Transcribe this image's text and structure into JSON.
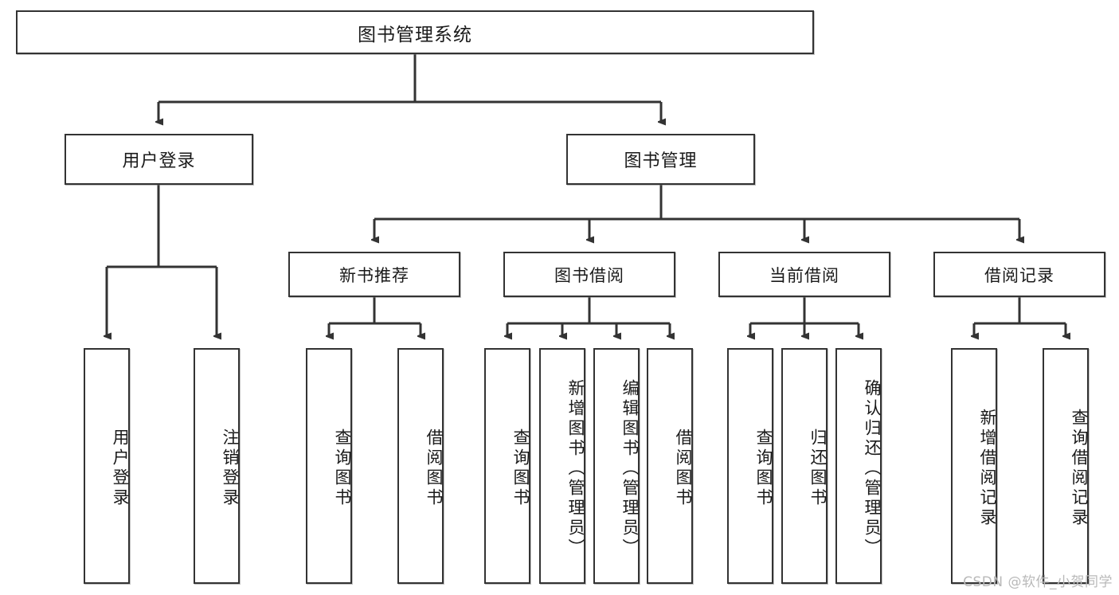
{
  "diagram": {
    "title": "图书管理系统",
    "type": "tree",
    "root": {
      "label": "图书管理系统"
    },
    "level2": [
      {
        "id": "user-login",
        "label": "用户登录"
      },
      {
        "id": "book-management",
        "label": "图书管理"
      }
    ],
    "level3": [
      {
        "id": "new-book-recommend",
        "label": "新书推荐",
        "parent": "book-management"
      },
      {
        "id": "book-borrow",
        "label": "图书借阅",
        "parent": "book-management"
      },
      {
        "id": "current-borrow",
        "label": "当前借阅",
        "parent": "book-management"
      },
      {
        "id": "borrow-record",
        "label": "借阅记录",
        "parent": "book-management"
      }
    ],
    "leaves": [
      {
        "id": "leaf-user-login",
        "label": "用户登录",
        "parent": "user-login"
      },
      {
        "id": "leaf-logout-login",
        "label": "注销登录",
        "parent": "user-login"
      },
      {
        "id": "leaf-query-book-1",
        "label": "查询图书",
        "parent": "new-book-recommend"
      },
      {
        "id": "leaf-borrow-book-1",
        "label": "借阅图书",
        "parent": "new-book-recommend"
      },
      {
        "id": "leaf-query-book-2",
        "label": "查询图书",
        "parent": "book-borrow"
      },
      {
        "id": "leaf-add-book",
        "label": "新增图书（管理员）",
        "parent": "book-borrow"
      },
      {
        "id": "leaf-edit-book",
        "label": "编辑图书（管理员）",
        "parent": "book-borrow"
      },
      {
        "id": "leaf-borrow-book-2",
        "label": "借阅图书",
        "parent": "book-borrow"
      },
      {
        "id": "leaf-query-book-3",
        "label": "查询图书",
        "parent": "current-borrow"
      },
      {
        "id": "leaf-return-book",
        "label": "归还图书",
        "parent": "current-borrow"
      },
      {
        "id": "leaf-confirm-return",
        "label": "确认归还（管理员）",
        "parent": "current-borrow"
      },
      {
        "id": "leaf-add-record",
        "label": "新增借阅记录",
        "parent": "borrow-record"
      },
      {
        "id": "leaf-query-record",
        "label": "查询借阅记录",
        "parent": "borrow-record"
      }
    ],
    "colors": {
      "stroke": "#333333",
      "box_fill": "#ffffff",
      "text": "#1a1a1a",
      "watermark": "#b9b9b9"
    }
  },
  "watermark": {
    "text": "CSDN @软件_小贺同学"
  }
}
